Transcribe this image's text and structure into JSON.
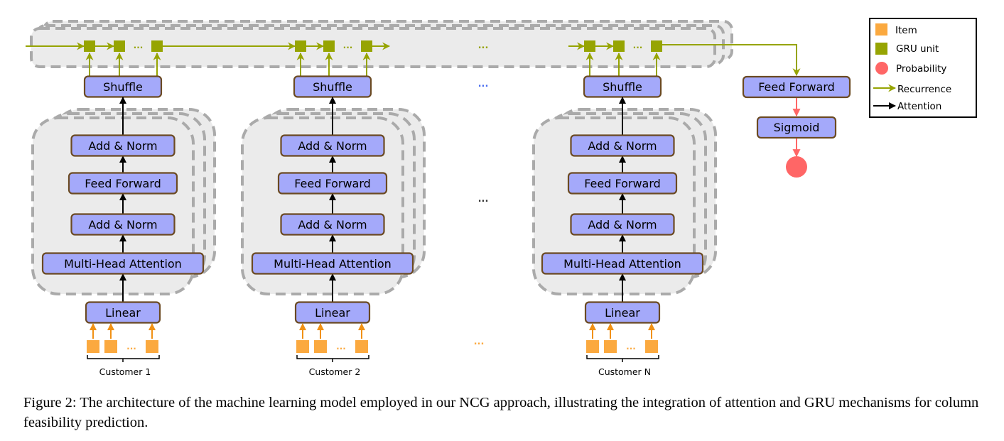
{
  "figure": {
    "caption": "Figure 2: The architecture of the machine learning model employed in our NCG approach, illustrating the integration of attention and GRU mechanisms for column feasibility prediction."
  },
  "colors": {
    "node_fill": "#a4a9fa",
    "node_border": "#6b4a22",
    "item": "#fba93f",
    "item_arrow": "#f19114",
    "gru": "#96a402",
    "probability": "#ff6666",
    "panel_fill": "#ebebeb",
    "panel_dash": "#aaaaaa",
    "attention": "#000000"
  },
  "customers": [
    {
      "label": "Customer 1",
      "shuffle": "Shuffle",
      "layers": [
        "Add & Norm",
        "Feed Forward",
        "Add & Norm",
        "Multi-Head Attention"
      ],
      "linear": "Linear",
      "ellipsis": "..."
    },
    {
      "label": "Customer 2",
      "shuffle": "Shuffle",
      "layers": [
        "Add & Norm",
        "Feed Forward",
        "Add & Norm",
        "Multi-Head Attention"
      ],
      "linear": "Linear",
      "ellipsis": "..."
    },
    {
      "label": "Customer N",
      "shuffle": "Shuffle",
      "layers": [
        "Add & Norm",
        "Feed Forward",
        "Add & Norm",
        "Multi-Head Attention"
      ],
      "linear": "Linear",
      "ellipsis": "..."
    }
  ],
  "gap_ellipsis": "...",
  "gru_ellipsis": "...",
  "head": {
    "feed_forward": "Feed Forward",
    "sigmoid": "Sigmoid"
  },
  "legend": {
    "items": [
      {
        "label": "Item",
        "icon": "orange-square"
      },
      {
        "label": "GRU unit",
        "icon": "olive-square"
      },
      {
        "label": "Probability",
        "icon": "red-circle"
      },
      {
        "label": "Recurrence",
        "icon": "olive-arrow"
      },
      {
        "label": "Attention",
        "icon": "black-arrow"
      }
    ]
  }
}
